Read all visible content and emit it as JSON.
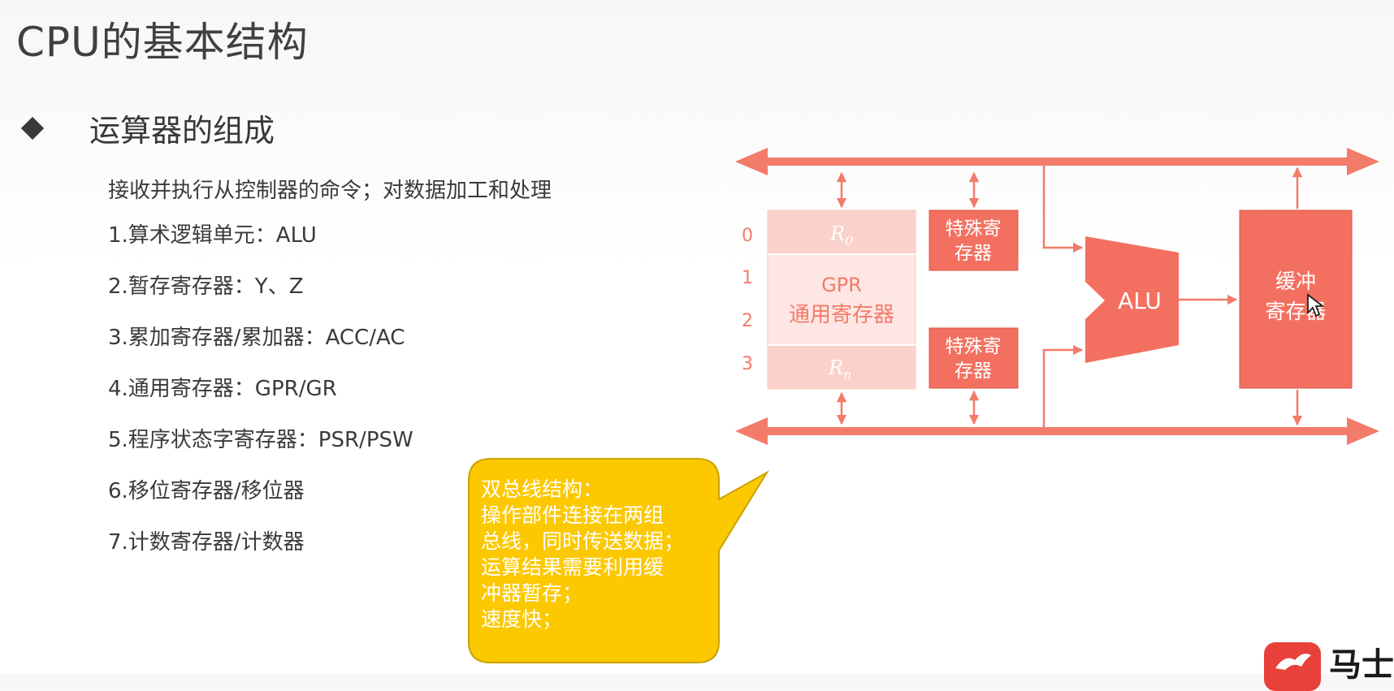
{
  "slide": {
    "title": "CPU的基本结构",
    "subtitle": "运算器的组成",
    "description": "接收并执行从控制器的命令；对数据加工和处理",
    "items": [
      "1.算术逻辑单元：ALU",
      "2.暂存寄存器：Y、Z",
      "3.累加寄存器/累加器：ACC/AC",
      "4.通用寄存器：GPR/GR",
      "5.程序状态字寄存器：PSR/PSW",
      "6.移位寄存器/移位器",
      "7.计数寄存器/计数器"
    ]
  },
  "diagram": {
    "register_indices": [
      "0",
      "1",
      "2",
      "3"
    ],
    "r0": "R",
    "r0_sub": "0",
    "rn": "R",
    "rn_sub": "n",
    "gpr_line1": "GPR",
    "gpr_line2": "通用寄存器",
    "special_top_line1": "特殊寄",
    "special_top_line2": "存器",
    "special_bottom_line1": "特殊寄",
    "special_bottom_line2": "存器",
    "alu": "ALU",
    "buffer_line1": "缓冲",
    "buffer_line2": "寄存器"
  },
  "callout": {
    "lines": [
      "双总线结构：",
      "操作部件连接在两组",
      "总线，同时传送数据；",
      "运算结果需要利用缓",
      "冲器暂存；",
      "速度快；"
    ]
  },
  "brand": {
    "text": "马士"
  },
  "colors": {
    "bus": "#f37b6a",
    "block": "#f37060",
    "gpr_light": "#fde6e3",
    "gpr_mid": "#fbd1cc",
    "callout_fill": "#fcc800",
    "callout_stroke": "#c9a200"
  }
}
